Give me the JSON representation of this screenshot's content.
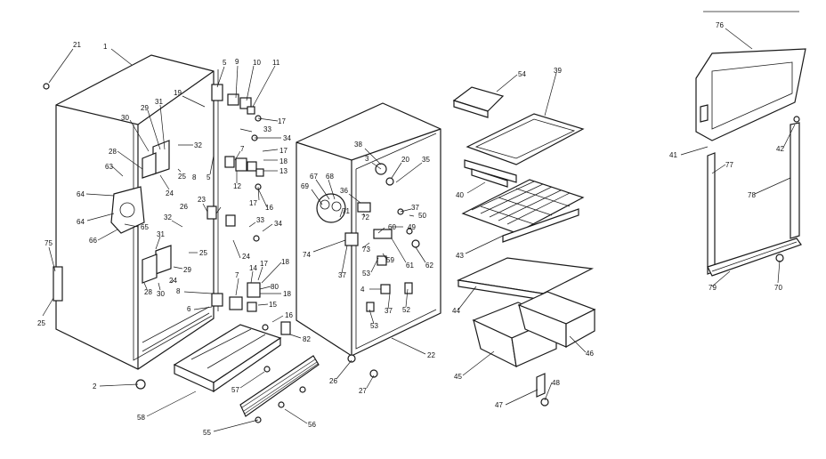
{
  "callouts": [
    {
      "text": "21"
    },
    {
      "text": "1"
    },
    {
      "text": "5"
    },
    {
      "text": "9"
    },
    {
      "text": "10"
    },
    {
      "text": "11"
    },
    {
      "text": "19"
    },
    {
      "text": "17"
    },
    {
      "text": "33"
    },
    {
      "text": "34"
    },
    {
      "text": "30"
    },
    {
      "text": "29"
    },
    {
      "text": "31"
    },
    {
      "text": "32"
    },
    {
      "text": "28"
    },
    {
      "text": "63"
    },
    {
      "text": "25"
    },
    {
      "text": "8"
    },
    {
      "text": "5"
    },
    {
      "text": "24"
    },
    {
      "text": "7"
    },
    {
      "text": "17"
    },
    {
      "text": "18"
    },
    {
      "text": "12"
    },
    {
      "text": "13"
    },
    {
      "text": "64"
    },
    {
      "text": "64"
    },
    {
      "text": "65"
    },
    {
      "text": "66"
    },
    {
      "text": "23"
    },
    {
      "text": "26"
    },
    {
      "text": "17"
    },
    {
      "text": "16"
    },
    {
      "text": "32"
    },
    {
      "text": "33"
    },
    {
      "text": "34"
    },
    {
      "text": "31"
    },
    {
      "text": "25"
    },
    {
      "text": "24"
    },
    {
      "text": "29"
    },
    {
      "text": "75"
    },
    {
      "text": "28"
    },
    {
      "text": "30"
    },
    {
      "text": "24"
    },
    {
      "text": "7"
    },
    {
      "text": "25"
    },
    {
      "text": "8"
    },
    {
      "text": "6"
    },
    {
      "text": "14"
    },
    {
      "text": "17"
    },
    {
      "text": "18"
    },
    {
      "text": "80"
    },
    {
      "text": "18"
    },
    {
      "text": "15"
    },
    {
      "text": "16"
    },
    {
      "text": "82"
    },
    {
      "text": "2"
    },
    {
      "text": "57"
    },
    {
      "text": "58"
    },
    {
      "text": "55"
    },
    {
      "text": "56"
    },
    {
      "text": "38"
    },
    {
      "text": "3"
    },
    {
      "text": "20"
    },
    {
      "text": "35"
    },
    {
      "text": "67"
    },
    {
      "text": "68"
    },
    {
      "text": "69"
    },
    {
      "text": "36"
    },
    {
      "text": "37"
    },
    {
      "text": "71"
    },
    {
      "text": "72"
    },
    {
      "text": "50"
    },
    {
      "text": "49"
    },
    {
      "text": "60"
    },
    {
      "text": "74"
    },
    {
      "text": "73"
    },
    {
      "text": "59"
    },
    {
      "text": "61"
    },
    {
      "text": "62"
    },
    {
      "text": "37"
    },
    {
      "text": "53"
    },
    {
      "text": "4"
    },
    {
      "text": "37"
    },
    {
      "text": "52"
    },
    {
      "text": "53"
    },
    {
      "text": "22"
    },
    {
      "text": "26"
    },
    {
      "text": "27"
    },
    {
      "text": "54"
    },
    {
      "text": "39"
    },
    {
      "text": "40"
    },
    {
      "text": "43"
    },
    {
      "text": "44"
    },
    {
      "text": "45"
    },
    {
      "text": "46"
    },
    {
      "text": "47"
    },
    {
      "text": "48"
    },
    {
      "text": "76"
    },
    {
      "text": "41"
    },
    {
      "text": "42"
    },
    {
      "text": "77"
    },
    {
      "text": "78"
    },
    {
      "text": "79"
    },
    {
      "text": "70"
    }
  ]
}
